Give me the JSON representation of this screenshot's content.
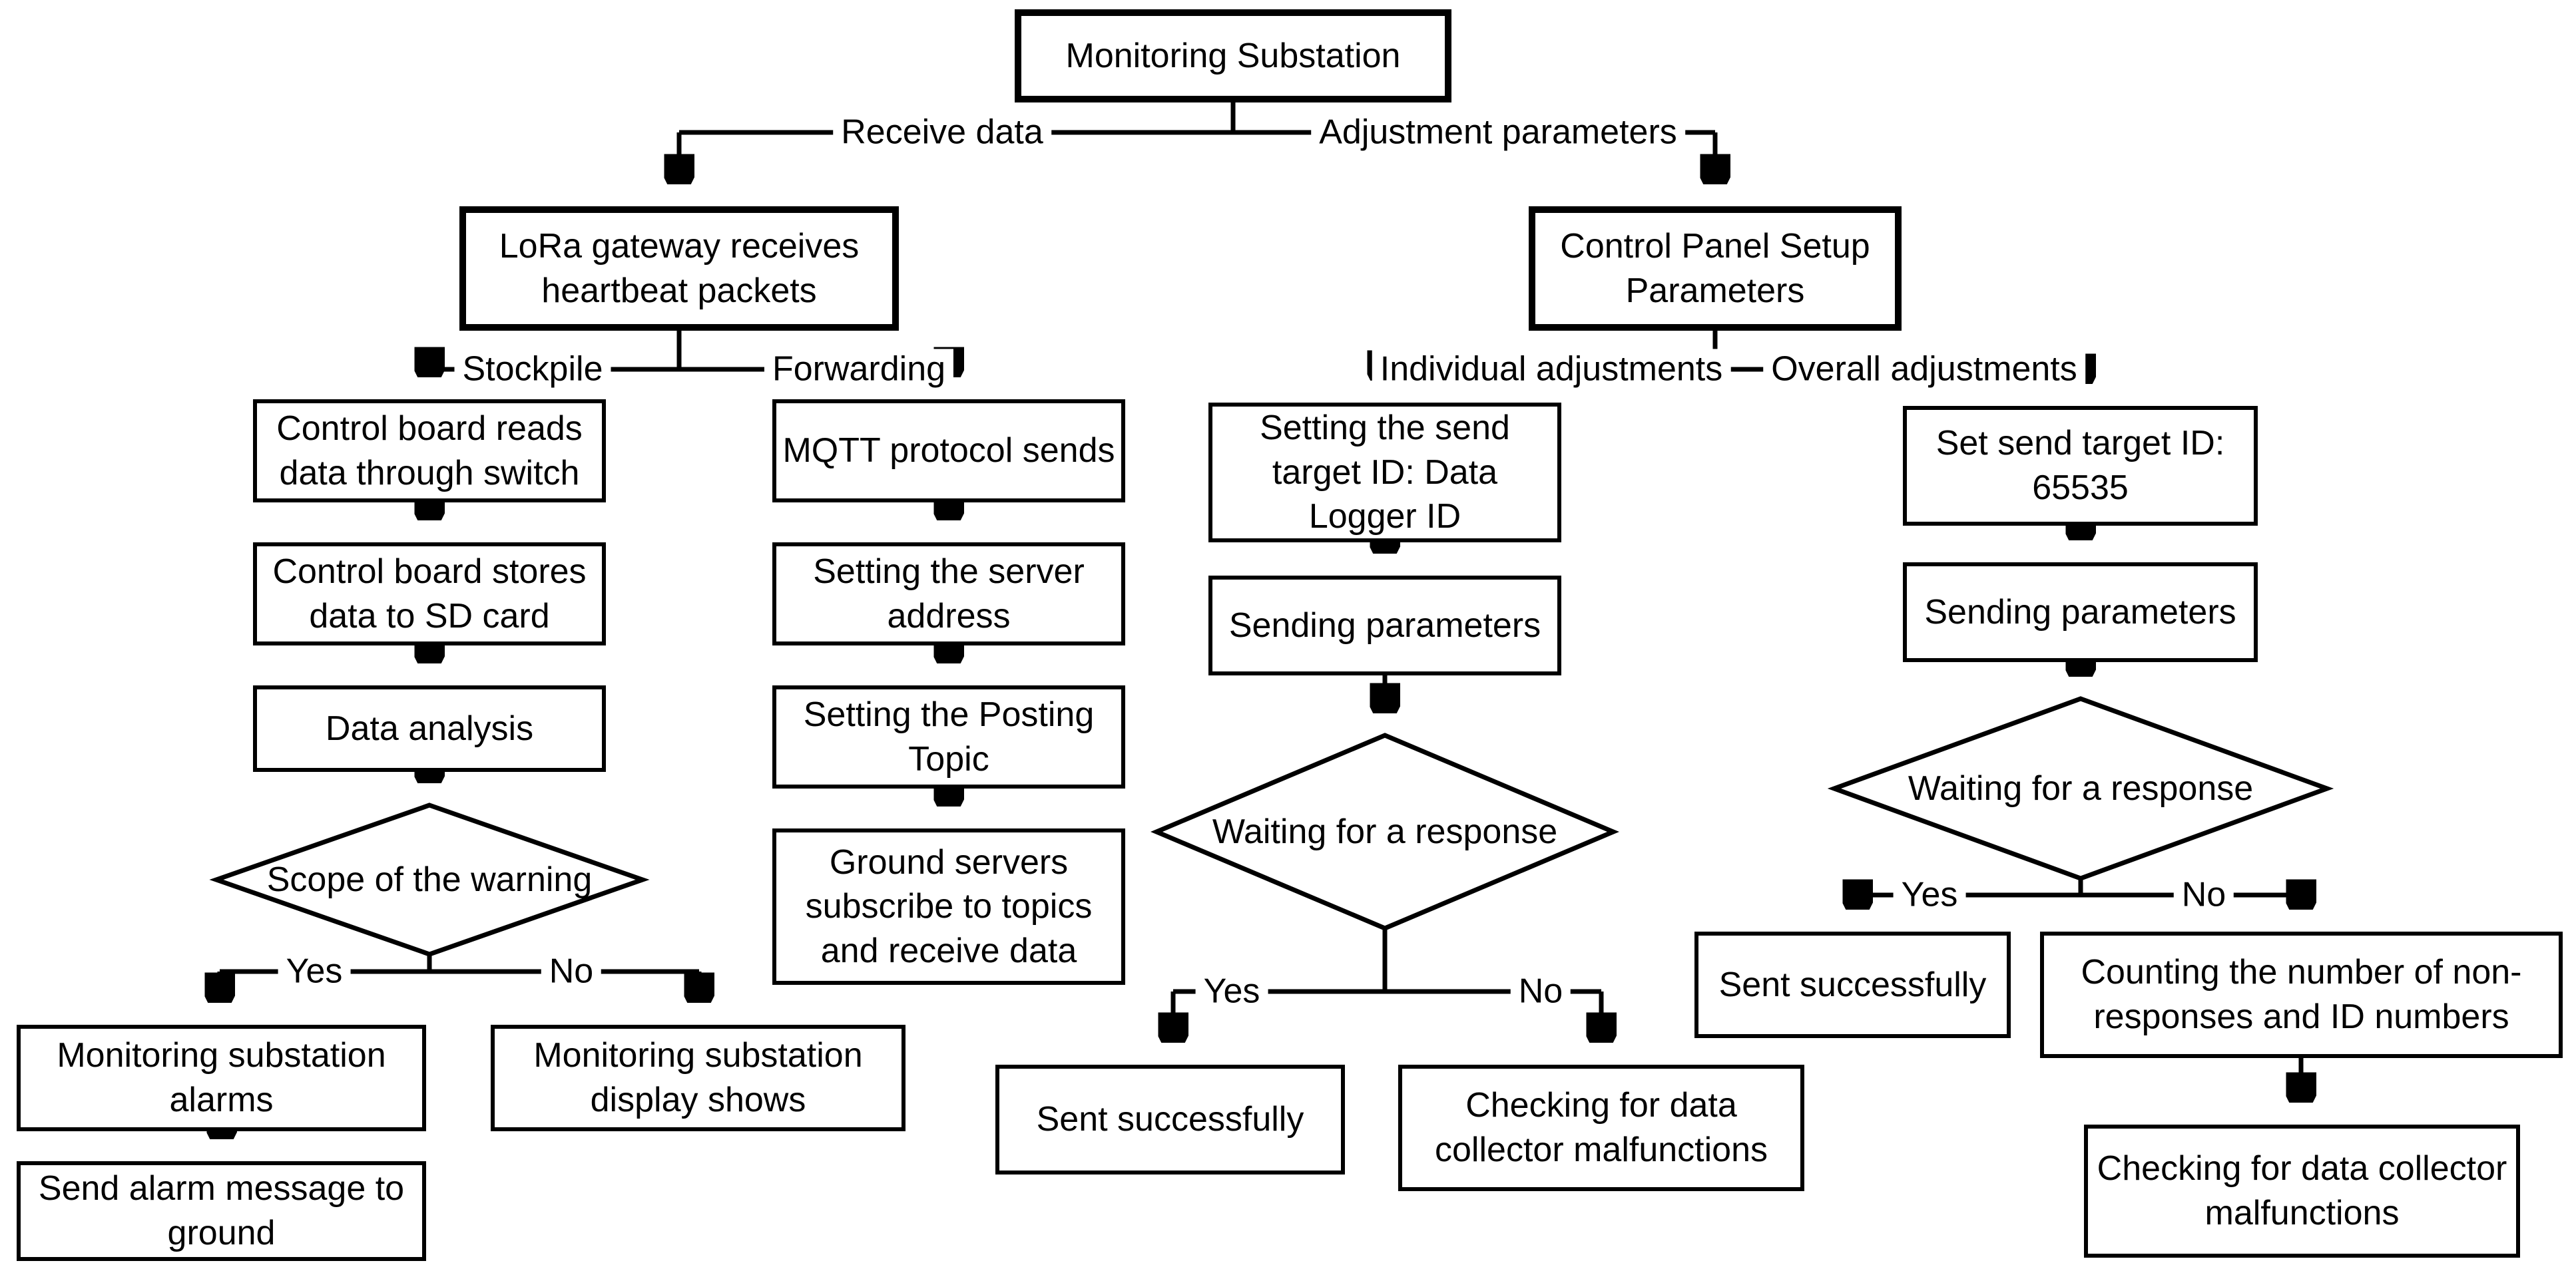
{
  "nodes": {
    "monitoring_substation": "Monitoring Substation",
    "lora_gateway": "LoRa gateway receives heartbeat packets",
    "control_panel": "Control Panel Setup Parameters",
    "board_reads": "Control board reads data through switch",
    "board_stores": "Control board stores data to SD card",
    "data_analysis": "Data analysis",
    "scope_warning": "Scope of the warning",
    "substation_alarms": "Monitoring substation alarms",
    "send_alarm": "Send alarm message to ground",
    "display_shows": "Monitoring substation display shows",
    "mqtt_sends": "MQTT protocol sends",
    "server_address": "Setting the server address",
    "posting_topic": "Setting the Posting Topic",
    "ground_servers": "Ground servers subscribe to topics and receive data",
    "set_target_logger": "Setting the send target ID: Data Logger ID",
    "sending_params_individual": "Sending parameters",
    "waiting_individual": "Waiting for a response",
    "sent_individual": "Sent successfully",
    "checking_individual": "Checking for data collector malfunctions",
    "set_target_65535": "Set send target ID: 65535",
    "sending_params_overall": "Sending parameters",
    "waiting_overall": "Waiting for a response",
    "sent_overall": "Sent successfully",
    "counting_nonresponses": "Counting the number of non-responses and ID numbers",
    "checking_overall": "Checking for data collector malfunctions"
  },
  "edge_labels": {
    "receive_data": "Receive data",
    "adjustment_parameters": "Adjustment parameters",
    "stockpile": "Stockpile",
    "forwarding": "Forwarding",
    "individual_adjustments": "Individual adjustments",
    "overall_adjustments": "Overall adjustments",
    "scope_yes": "Yes",
    "scope_no": "No",
    "individual_yes": "Yes",
    "individual_no": "No",
    "overall_yes": "Yes",
    "overall_no": "No"
  },
  "colors": {
    "line": "#000000",
    "background": "#ffffff",
    "text": "#000000"
  }
}
